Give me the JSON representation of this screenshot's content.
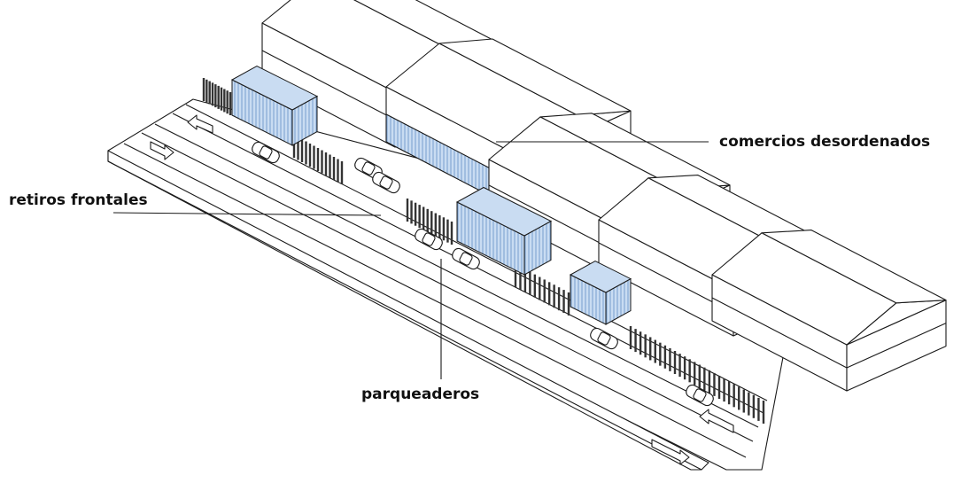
{
  "labels": {
    "comercios": "comercios desordenados",
    "retiros": "retiros frontales",
    "parqueaderos": "parqueaderos"
  },
  "colors": {
    "line": "#1a1a1a",
    "commerce_fill": "#c9dcf2",
    "commerce_hatch": "#6d97c9",
    "ground": "#ffffff"
  },
  "scene": {
    "icons": [
      "arrow-left-icon",
      "arrow-right-icon",
      "car-icon",
      "fence-icon",
      "house-icon",
      "shop-icon"
    ]
  }
}
